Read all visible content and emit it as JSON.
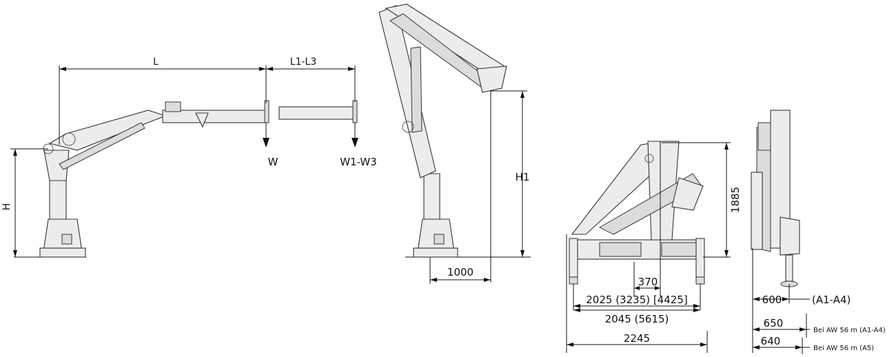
{
  "labels": {
    "L": "L",
    "L1L3": "L1-L3",
    "W": "W",
    "W1W3": "W1-W3",
    "H": "H",
    "H1": "H1",
    "d1000": "1000",
    "d1885": "1885",
    "d370": "370",
    "d2025": "2025 (3235) [4425]",
    "d2045": "2045 (5615)",
    "d2245": "2245",
    "d600": "600",
    "a1a4": "(A1-A4)",
    "d650": "650",
    "d640": "640",
    "note1": "Bei AW 56 m (A1-A4)",
    "note2": "Bei AW 56 m (A5)"
  },
  "colors": {
    "line": "#111111",
    "fill": "#ececec"
  }
}
